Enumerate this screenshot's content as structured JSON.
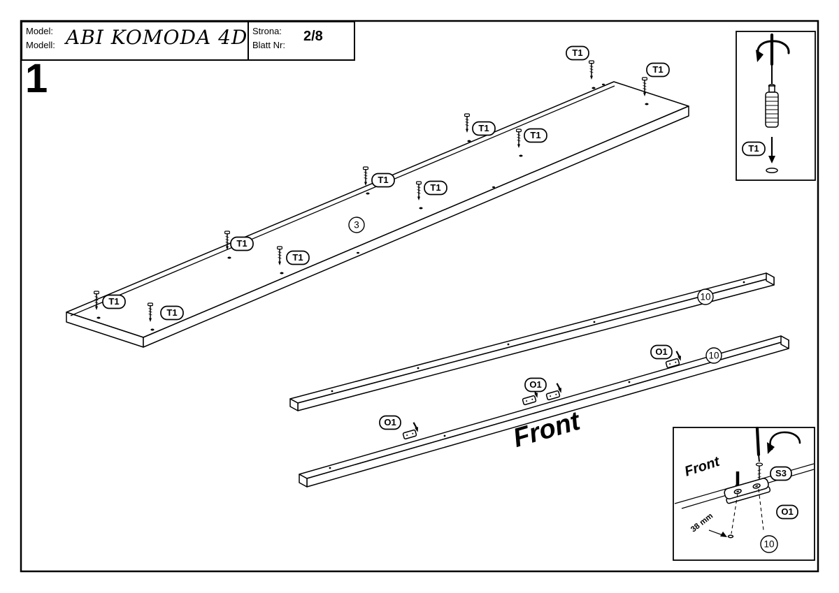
{
  "header": {
    "model_label_1": "Model:",
    "model_label_2": "Modell:",
    "model_value": "ABI KOMODA 4D",
    "sheet_label_1": "Strona:",
    "sheet_label_2": "Blatt Nr:",
    "sheet_value": "2/8"
  },
  "step_number": "1",
  "labels": {
    "t1": "T1",
    "o1": "O1",
    "s3": "S3",
    "part_panel": "3",
    "part_rail": "10",
    "front": "Front",
    "dimension": "38 mm"
  }
}
